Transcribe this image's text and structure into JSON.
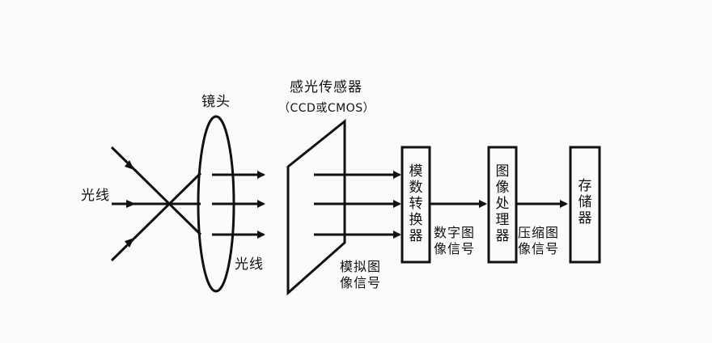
{
  "labels": {
    "light_in": "光线",
    "lens": "镜头",
    "light_out": "光线",
    "sensor_title": "感光传感器",
    "sensor_sub": "（CCD或CMOS）",
    "analog_signal_line1": "模拟图",
    "analog_signal_line2": "像信号",
    "adc": "模数转换器",
    "digital_signal_line1": "数字图",
    "digital_signal_line2": "像信号",
    "isp": "图像处理器",
    "compressed_signal_line1": "压缩图",
    "compressed_signal_line2": "像信号",
    "storage": "存储器"
  },
  "colors": {
    "stroke": "#111111",
    "background": "#fbfbfb"
  }
}
